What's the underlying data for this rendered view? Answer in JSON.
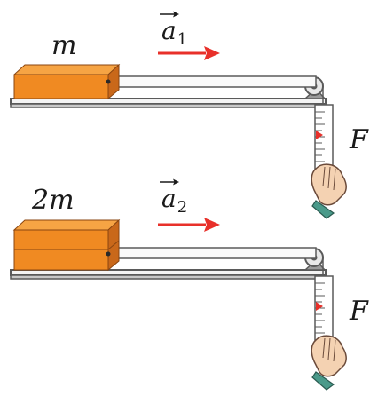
{
  "colors": {
    "block_face": "#f08a22",
    "block_top": "#f6a444",
    "block_side": "#c9681a",
    "arrow": "#e8302a",
    "track": "#5a5a5a",
    "track_fill": "#f4f4f4",
    "skin": "#f4d2b2",
    "cuff": "#4a9a8a"
  },
  "setups": [
    {
      "mass_label": "m",
      "accel_symbol": "a",
      "accel_subscript": "1",
      "force_label": "F",
      "block_layers": 1
    },
    {
      "mass_label": "2m",
      "accel_symbol": "a",
      "accel_subscript": "2",
      "force_label": "F",
      "block_layers": 2
    }
  ],
  "icons": [
    "pulley-icon",
    "spring-scale-icon",
    "hand-icon",
    "acceleration-arrow-icon"
  ]
}
